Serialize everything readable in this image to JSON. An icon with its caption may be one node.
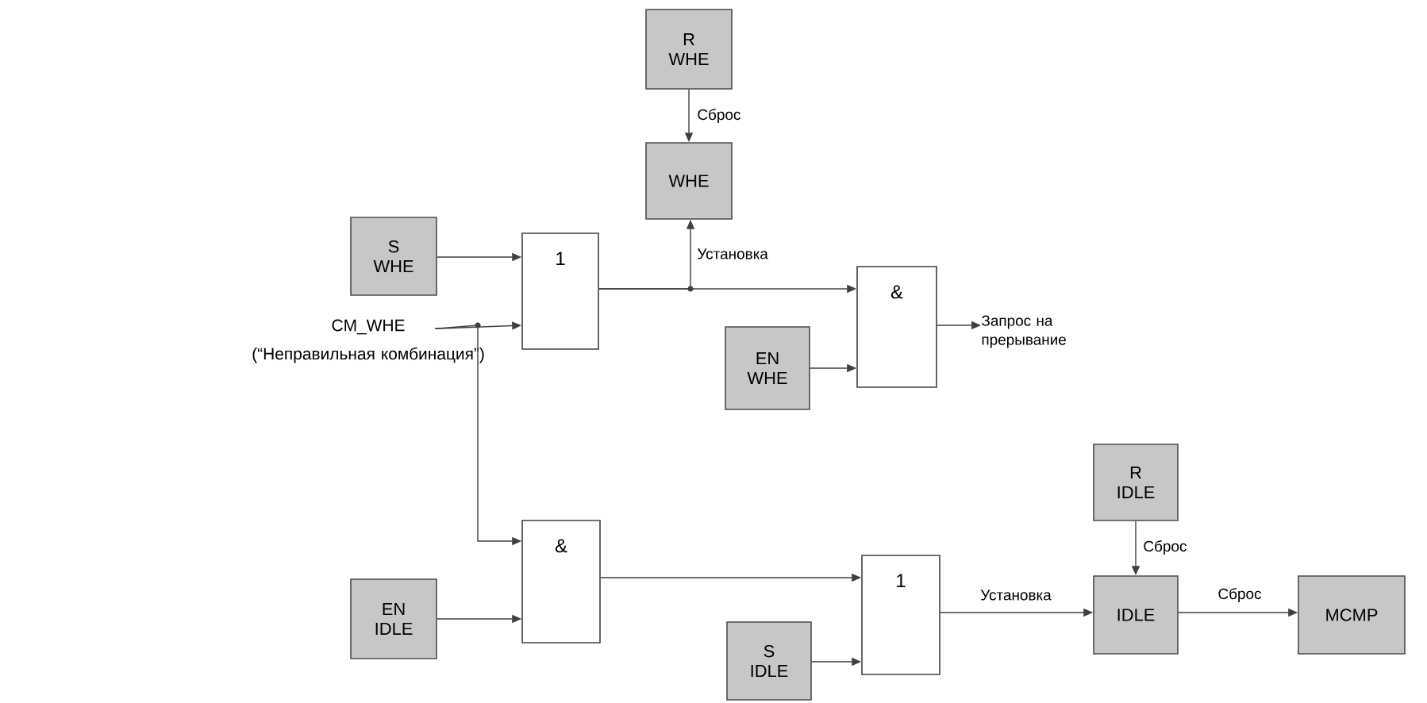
{
  "diagram": {
    "nodes": [
      {
        "text": [
          "R WHE"
        ]
      },
      {
        "text": [
          "WHE"
        ]
      },
      {
        "text": [
          "S WHE"
        ]
      },
      {
        "text": [
          "1"
        ]
      },
      {
        "text": [
          "CM_WHE",
          "(“Неправильная комбинация”)"
        ]
      },
      {
        "text": [
          "&"
        ]
      },
      {
        "text": [
          "EN WHE"
        ]
      },
      {
        "text": [
          "Запрос на прерывание"
        ]
      },
      {
        "text": [
          "&"
        ]
      },
      {
        "text": [
          "EN IDLE"
        ]
      },
      {
        "text": [
          "1"
        ]
      },
      {
        "text": [
          "S IDLE"
        ]
      },
      {
        "text": [
          "R IDLE"
        ]
      },
      {
        "text": [
          "IDLE"
        ]
      },
      {
        "text": [
          "MCMP"
        ]
      }
    ],
    "edges": [
      {
        "from": 0,
        "to": 1,
        "arrow": "to",
        "label": "Сброс"
      },
      {
        "from": 3,
        "to": 1,
        "arrow": "to",
        "label": "Установка"
      },
      {
        "from": 2,
        "to": 3,
        "arrow": "to"
      },
      {
        "from": 4,
        "to": 3,
        "arrow": "to"
      },
      {
        "from": 3,
        "to": 5,
        "arrow": "to"
      },
      {
        "from": 6,
        "to": 5,
        "arrow": "to"
      },
      {
        "from": 5,
        "to": 7,
        "arrow": "to"
      },
      {
        "from": 4,
        "to": 8,
        "arrow": "to"
      },
      {
        "from": 9,
        "to": 8,
        "arrow": "to"
      },
      {
        "from": 8,
        "to": 10,
        "arrow": "to"
      },
      {
        "from": 11,
        "to": 10,
        "arrow": "to"
      },
      {
        "from": 10,
        "to": 13,
        "arrow": "to",
        "label": "Установка"
      },
      {
        "from": 12,
        "to": 13,
        "arrow": "to",
        "label": "Сброс"
      },
      {
        "from": 13,
        "to": 14,
        "arrow": "to",
        "label": "Сброс"
      }
    ]
  }
}
